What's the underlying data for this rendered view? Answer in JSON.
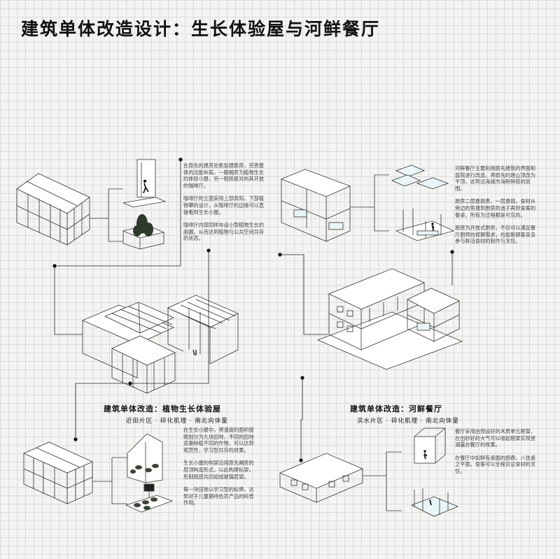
{
  "title": "建筑单体改造设计：生长体验屋与河鲜餐厅",
  "sections": {
    "greenhouse": {
      "title": "建筑单体改造：植物生长体验屋",
      "subtitle": "近田片区 · 碎化肌理 · 南北向体量"
    },
    "restaurant": {
      "title": "建筑单体改造：河鲜餐厅",
      "subtitle": "滨水片区 · 碎化肌理 · 南北向体量"
    }
  },
  "notes": {
    "upper_left": [
      "在原先的建房处新加建廊房，完善整体的功能布局，一期厢房为植物生长的体验小屋，另一侧则是对向其开放的咖啡厅。",
      "咖啡厅的立面采用上部原阳，下部植物攀的设计，从咖啡厅的边缘可以直接看到生长小屋。",
      "咖啡厅内部同样布设小型植物生长的画圃，从而达到植物与公共空间共存的状态。"
    ],
    "upper_right": [
      "河鲜餐厅主要利用原先建筑的界面和庭院进行改造，将原先的建山顶改为平顶，这到沿海城市海鲜鲜搭的氛围。",
      "厨房二层悬挑表，一层悬挑，食材从旁边的鱼塘到厨房的池子再到食客的餐桌，所有为过程都是可见的。",
      "厨房为开放式厨房，不仅可以满足餐厅厨师的视察需求，也能新顾客亲身参与鲜活食材的制作与烹饪。"
    ],
    "lower_left": [
      "在生长小屋中，将温度的面积按照划分为九块田地，不同的田地适量种植不同的作物，可以达到观赏性，学习型共存的效果。",
      "生长小屋的构架沿用原先厢房的层顶构造形式，以此构建标架，形制观感共同组成玻璃层架。",
      "每一块田地以学习型的标牌，达到对于儿童期待色农产品的科普作用。"
    ],
    "lower_right": [
      "餐厅采用由预设好的木质单元框架，在出砂好的大气可以收起框架实现堂湖露台餐厅的效果。",
      "在餐厅中如鲜有桌面的厨鼎，八张桌之平面，食客可以全程见证食材的烹饪。"
    ]
  }
}
